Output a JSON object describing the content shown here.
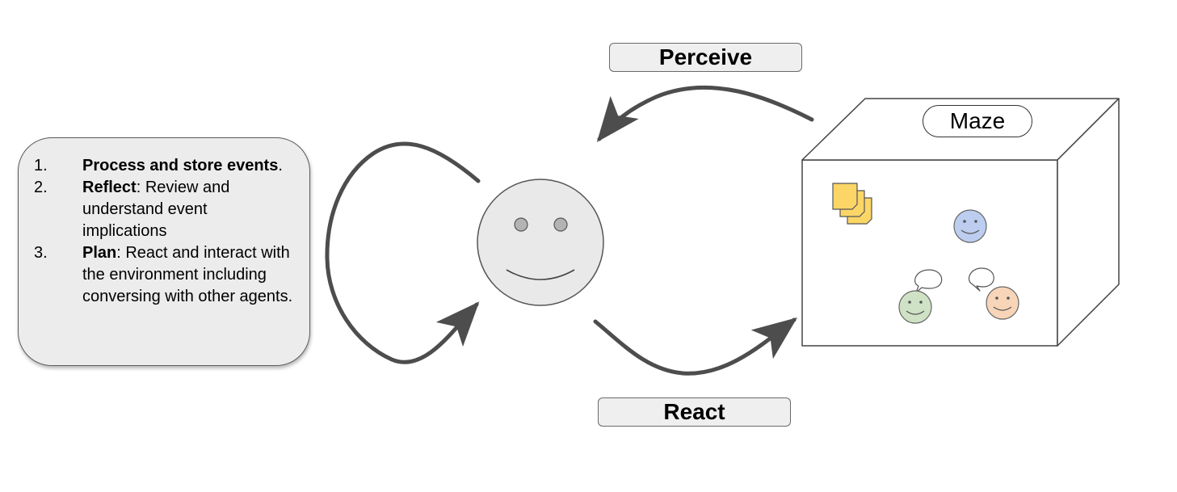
{
  "steps": [
    {
      "number": "1.",
      "bold": "Process and store events",
      "rest": "."
    },
    {
      "number": "2.",
      "bold": "Reflect",
      "rest": ": Review and understand event implications"
    },
    {
      "number": "3.",
      "bold": "Plan",
      "rest": ": React and interact with the environment including conversing with other agents."
    }
  ],
  "labels": {
    "perceive": "Perceive",
    "react": "React",
    "maze": "Maze"
  },
  "colors": {
    "arrow": "#4d4d4d",
    "agent_face": "#e9e9e9",
    "memo_yellow": "#fbd667",
    "blue_agent": "#bccdf0",
    "green_agent": "#cfe2c5",
    "orange_agent": "#f8d5b8"
  },
  "icons": {
    "agent": "smiley-face",
    "memory": "stacked-notes",
    "speech": "speech-bubble"
  }
}
